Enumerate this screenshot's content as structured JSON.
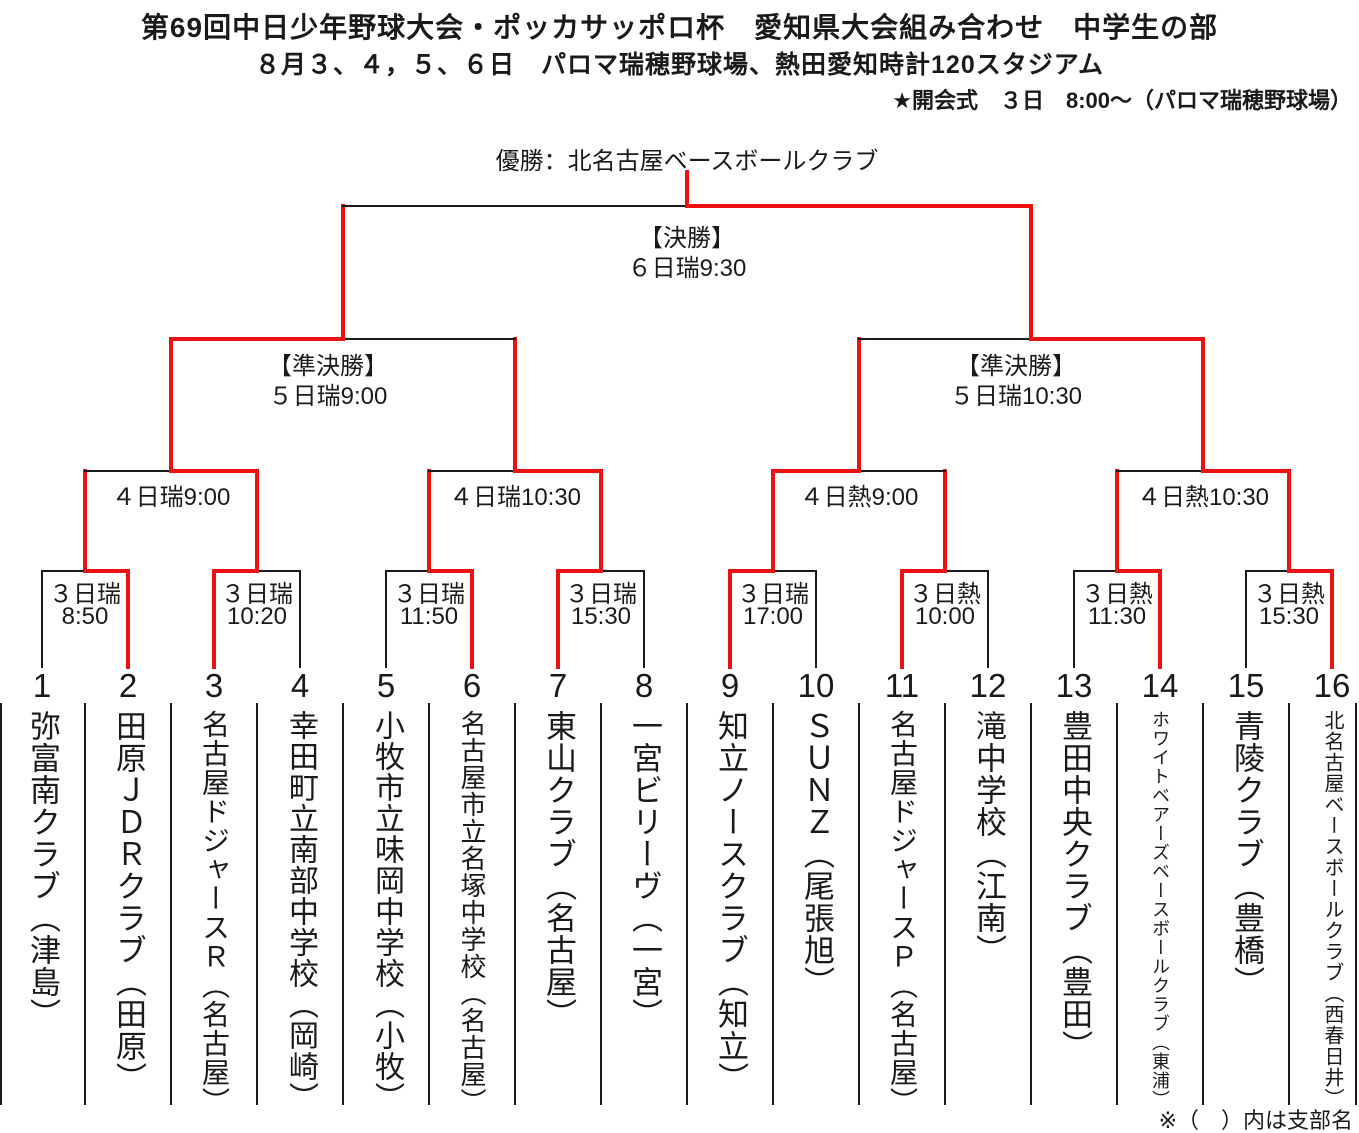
{
  "header": {
    "title": "第69回中日少年野球大会・ポッカサッポロ杯　愛知県大会組み合わせ　中学生の部",
    "subtitle": "８月３、４，５、６日　パロマ瑞穂野球場、熱田愛知時計120スタジアム",
    "opening_ceremony": "★開会式　３日　8:00～（パロマ瑞穂野球場）"
  },
  "champion_line": "優勝：北名古屋ベースボールクラブ",
  "footnote": "※（　）内は支部名",
  "colors": {
    "win_path": "#ee1111",
    "line": "#1a1a1a"
  },
  "teams": [
    {
      "no": "1",
      "name": "弥富南クラブ（津島）"
    },
    {
      "no": "2",
      "name": "田原ＪＤＲクラブ（田原）"
    },
    {
      "no": "3",
      "name": "名古屋ドジャースＲ（名古屋）"
    },
    {
      "no": "4",
      "name": "幸田町立南部中学校（岡崎）"
    },
    {
      "no": "5",
      "name": "小牧市立味岡中学校（小牧）"
    },
    {
      "no": "6",
      "name": "名古屋市立名塚中学校（名古屋）"
    },
    {
      "no": "7",
      "name": "東山クラブ（名古屋）"
    },
    {
      "no": "8",
      "name": "一宮ビリーヴ（一宮）"
    },
    {
      "no": "9",
      "name": "知立ノースクラブ（知立）"
    },
    {
      "no": "10",
      "name": "ＳＵＮＺ（尾張旭）"
    },
    {
      "no": "11",
      "name": "名古屋ドジャースＰ（名古屋）"
    },
    {
      "no": "12",
      "name": "滝中学校（江南）"
    },
    {
      "no": "13",
      "name": "豊田中央クラブ（豊田）"
    },
    {
      "no": "14",
      "name": "ホワイトベアーズベースボールクラブ（東浦）"
    },
    {
      "no": "15",
      "name": "青陵クラブ（豊橋）"
    },
    {
      "no": "16",
      "name": "北名古屋ベースボールクラブ（西春日井）"
    }
  ],
  "rounds": {
    "round1": {
      "games": [
        {
          "venue_day": "３日瑞",
          "time": "8:50",
          "winner": "right"
        },
        {
          "venue_day": "３日瑞",
          "time": "10:20",
          "winner": "left"
        },
        {
          "venue_day": "３日瑞",
          "time": "11:50",
          "winner": "right"
        },
        {
          "venue_day": "３日瑞",
          "time": "15:30",
          "winner": "left"
        },
        {
          "venue_day": "３日瑞",
          "time": "17:00",
          "winner": "left"
        },
        {
          "venue_day": "３日熱",
          "time": "10:00",
          "winner": "left"
        },
        {
          "venue_day": "３日熱",
          "time": "11:30",
          "winner": "right"
        },
        {
          "venue_day": "３日熱",
          "time": "15:30",
          "winner": "right"
        }
      ]
    },
    "quarterfinals": {
      "games": [
        {
          "label": "４日瑞9:00",
          "winner": "right"
        },
        {
          "label": "４日瑞10:30",
          "winner": "right"
        },
        {
          "label": "４日熱9:00",
          "winner": "left"
        },
        {
          "label": "４日熱10:30",
          "winner": "right"
        }
      ]
    },
    "semifinals": {
      "title": "【準決勝】",
      "games": [
        {
          "time": "５日瑞9:00",
          "winner": "left"
        },
        {
          "time": "５日瑞10:30",
          "winner": "right"
        }
      ]
    },
    "final": {
      "title": "【決勝】",
      "time": "６日瑞9:30",
      "winner": "right"
    }
  }
}
